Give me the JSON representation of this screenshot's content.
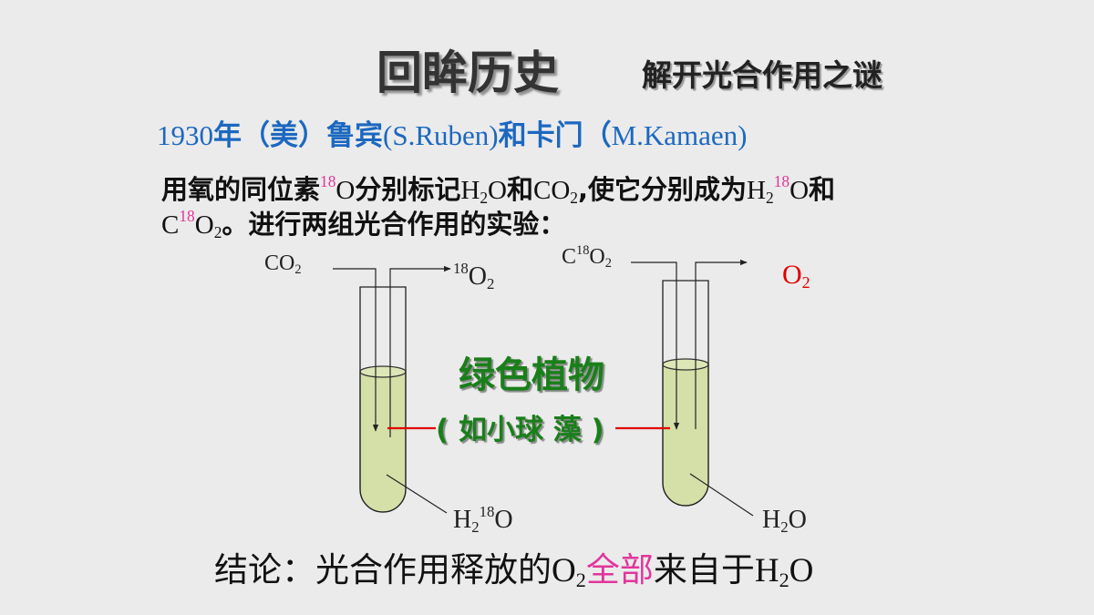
{
  "title": {
    "main": "回眸历史",
    "sub": "解开光合作用之谜"
  },
  "researchers": {
    "year": "1930",
    "cn1": "年（美）鲁宾",
    "en1": "(S.Ruben)",
    "cn2": "和卡门（",
    "en2": "M.Kamaen)"
  },
  "intro": {
    "line1": {
      "a": "用氧的同位素",
      "a_sup": "18",
      "b": "O",
      "c": "分别标记",
      "d": "H",
      "d_sub": "2",
      "e": "O",
      "f": "和",
      "g": "CO",
      "g_sub": "2",
      "h": ",使它分别成为",
      "i": "H",
      "i_sub": "2",
      "i_sup": "18",
      "j": "O",
      "k": "和"
    },
    "line2": {
      "a": "C",
      "a_sup": "18",
      "b": "O",
      "b_sub": "2",
      "c": "。进行两组光合作用的实验："
    }
  },
  "experiment": {
    "left": {
      "input": {
        "base": "CO",
        "sub": "2"
      },
      "output": {
        "sup": "18",
        "base": "O",
        "sub": "2"
      },
      "water": {
        "h": "H",
        "h_sub": "2",
        "sup": "18",
        "o": "O"
      }
    },
    "right": {
      "input": {
        "c": "C",
        "sup": "18",
        "o": "O",
        "sub": "2"
      },
      "output": {
        "base": "O",
        "sub": "2"
      },
      "water": {
        "h": "H",
        "h_sub": "2",
        "o": "O"
      }
    },
    "organism": {
      "name": "绿色植物",
      "example": "( 如小球 藻 )"
    }
  },
  "conclusion": {
    "a": "结论：光合作用释放的",
    "b": "O",
    "b_sub": "2",
    "highlight": "全部",
    "c": "来自于",
    "d": "H",
    "d_sub": "2",
    "e": "O"
  },
  "colors": {
    "background": "#ebebeb",
    "heading_blue": "#1c68c0",
    "isotope_pink": "#e0369b",
    "plant_green": "#1a7f1a",
    "oxygen_red": "#e00000",
    "liquid": "#d5dfa8"
  }
}
